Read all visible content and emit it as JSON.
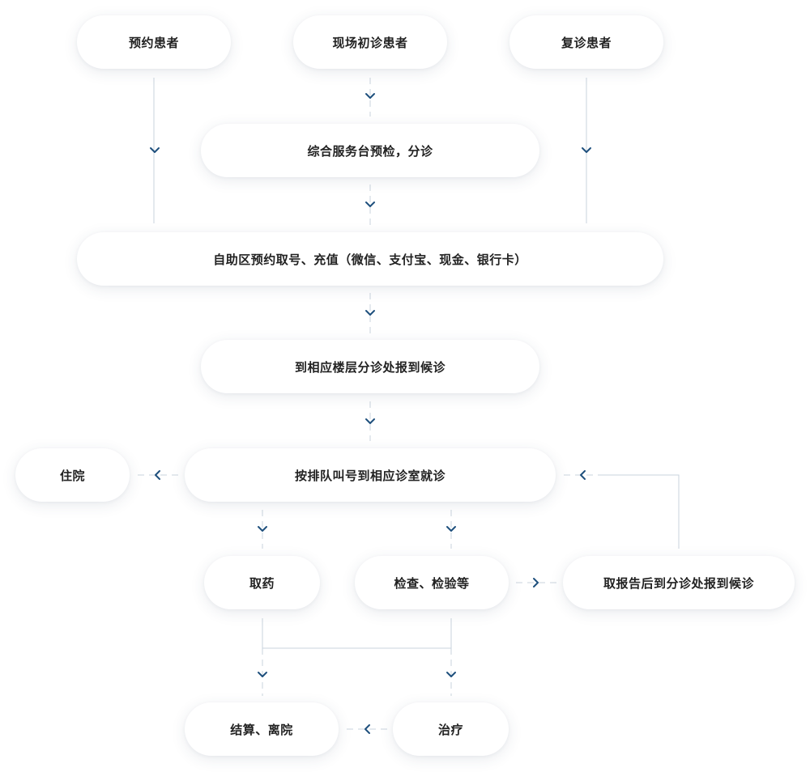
{
  "nodes": {
    "appointment": "预约患者",
    "first_visit": "现场初诊患者",
    "return_visit": "复诊患者",
    "triage": "综合服务台预检，分诊",
    "self_service": "自助区预约取号、充值（微信、支付宝、现金、银行卡）",
    "floor_triage": "到相应楼层分诊处报到候诊",
    "consult": "按排队叫号到相应诊室就诊",
    "hospitalize": "住院",
    "medicine": "取药",
    "exam": "检查、检验等",
    "report": "取报告后到分诊处报到候诊",
    "checkout": "结算、离院",
    "treatment": "治疗"
  },
  "colors": {
    "connector": "#c9d3dd",
    "chevron": "#1e4f7d",
    "node_text": "#222222",
    "node_background": "#ffffff"
  },
  "icons": {
    "down": "chevron-down-icon",
    "left": "chevron-left-icon",
    "right": "chevron-right-icon"
  }
}
